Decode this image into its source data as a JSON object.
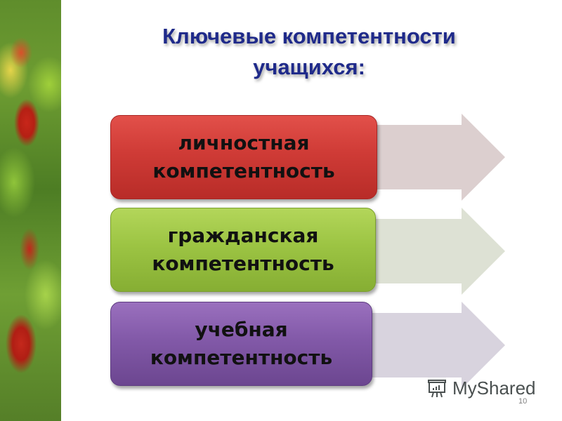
{
  "slide": {
    "title_line1": "Ключевые компетентности",
    "title_line2": "учащихся:",
    "page_number": "10",
    "title_color": "#1f2a8a"
  },
  "items": [
    {
      "line1": "личностная",
      "line2": "компетентность",
      "color": "#cf3b36",
      "arrow_color": "#dccfcf"
    },
    {
      "line1": "гражданская",
      "line2": "компетентность",
      "color": "#9cc443",
      "arrow_color": "#dde1d4"
    },
    {
      "line1": "учебная",
      "line2": "компетентность",
      "color": "#8259a8",
      "arrow_color": "#d8d3de"
    }
  ],
  "watermark": {
    "text": "MyShared",
    "icon": "presentation-chart-icon"
  }
}
